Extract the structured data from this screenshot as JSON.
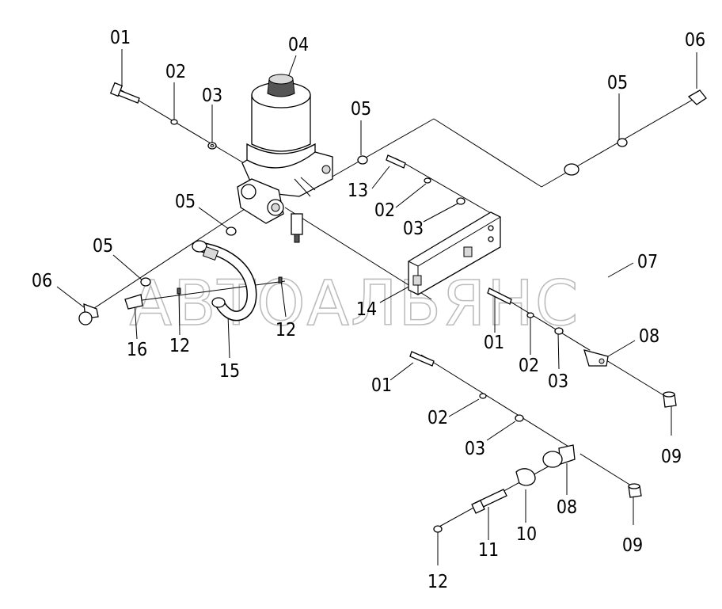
{
  "watermark": "АВТОАЛЬЯНС",
  "callouts": {
    "c01a": "01",
    "c02a": "02",
    "c03a": "03",
    "c04": "04",
    "c05a": "05",
    "c05b": "05",
    "c05c": "05",
    "c05d": "05",
    "c06a": "06",
    "c06b": "06",
    "c07": "07",
    "c13": "13",
    "c02b": "02",
    "c03b": "03",
    "c14": "14",
    "c16": "16",
    "c12a": "12",
    "c15": "15",
    "c12b": "12",
    "c01b": "01",
    "c02c": "02",
    "c03c": "03",
    "c08a": "08",
    "c09a": "09",
    "c01c": "01",
    "c02d": "02",
    "c03d": "03",
    "c08b": "08",
    "c09b": "09",
    "c10": "10",
    "c11": "11",
    "c12c": "12"
  }
}
